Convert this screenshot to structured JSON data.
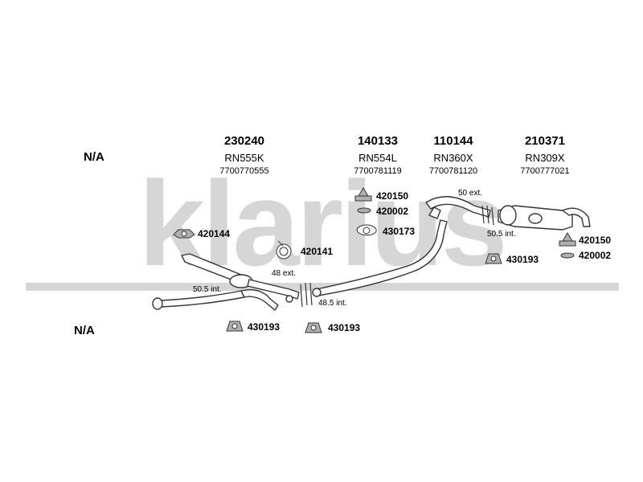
{
  "watermark": {
    "brand": "klarius"
  },
  "labels": {
    "na_top": "N/A",
    "na_bottom": "N/A"
  },
  "columns": [
    {
      "part_number": "230240",
      "code": "RN555K",
      "oem": "7700770555"
    },
    {
      "part_number": "140133",
      "code": "RN554L",
      "oem": "7700781119"
    },
    {
      "part_number": "110144",
      "code": "RN360X",
      "oem": "7700781120"
    },
    {
      "part_number": "210371",
      "code": "RN309X",
      "oem": "7700777021"
    }
  ],
  "parts": {
    "p420144": "420144",
    "p420141": "420141",
    "p420150_mid": "420150",
    "p420002_mid": "420002",
    "p430173": "430173",
    "p430193_left": "430193",
    "p430193_mid": "430193",
    "p430193_right": "430193",
    "p420150_right": "420150",
    "p420002_right": "420002"
  },
  "measurements": {
    "m48ext": "48 ext.",
    "m50_5int_left": "50.5 int.",
    "m48_5int": "48.5 int.",
    "m50ext": "50 ext.",
    "m50_5int_right": "50.5 int."
  },
  "colors": {
    "watermark": "#d6d6d6",
    "pipe_fill": "#ffffff",
    "pipe_stroke": "#333333",
    "hardware_fill": "#b0b0b0"
  }
}
